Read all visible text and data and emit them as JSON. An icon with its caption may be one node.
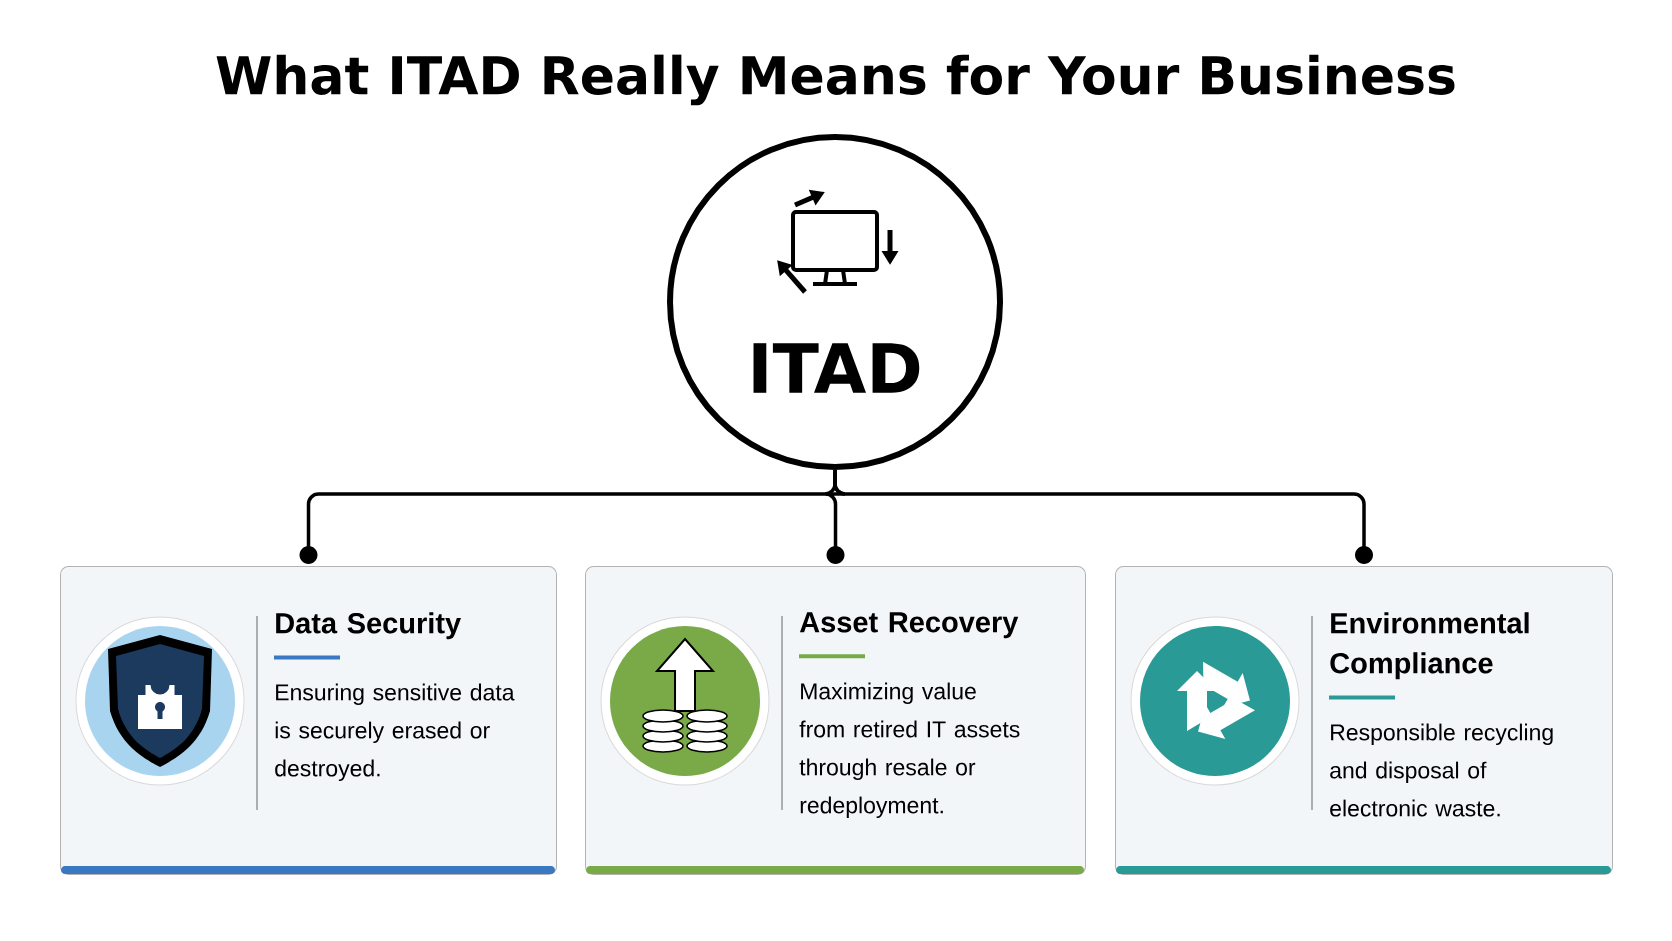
{
  "diagram": {
    "title": "What ITAD Really Means for Your Business",
    "nodes": [
      {
        "text": [
          "ITAD"
        ]
      },
      {
        "text": [
          "Data Security",
          "Ensuring sensitive data is securely erased or destroyed."
        ]
      },
      {
        "text": [
          "Asset Recovery",
          "Maximizing value from retired IT assets through resale or redeployment."
        ]
      },
      {
        "text": [
          "Environmental Compliance",
          "Responsible recycling and disposal of electronic waste."
        ]
      }
    ],
    "edges": [
      {
        "from": 0,
        "to": 1,
        "arrow": "other"
      },
      {
        "from": 0,
        "to": 2,
        "arrow": "other"
      },
      {
        "from": 0,
        "to": 3,
        "arrow": "other"
      }
    ]
  }
}
